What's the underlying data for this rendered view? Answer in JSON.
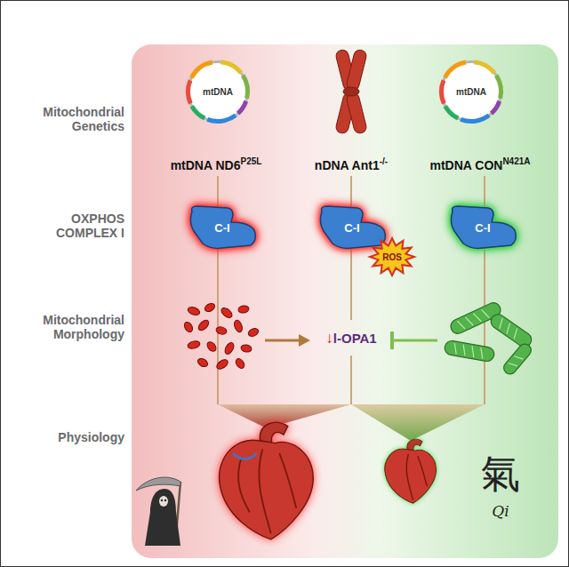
{
  "diagram": {
    "nodes": [
      {
        "text": [
          "mtDNA"
        ]
      },
      {
        "text": [
          "mtDNA"
        ]
      },
      {
        "text": [
          "C-I"
        ]
      },
      {
        "text": [
          "C-I"
        ]
      },
      {
        "text": [
          "ROS"
        ]
      },
      {
        "text": [
          "C-I"
        ]
      }
    ],
    "labels": [
      "Mitochondrial Genetics",
      "OXPHOS COMPLEX I",
      "Mitochondrial Morphology",
      "Physiology",
      "mtDNA ND6",
      "P25L",
      "nDNA Ant1",
      "-/-",
      "mtDNA CON",
      "N421A",
      "↓",
      "l-OPA1",
      "氣",
      "Qi"
    ]
  }
}
